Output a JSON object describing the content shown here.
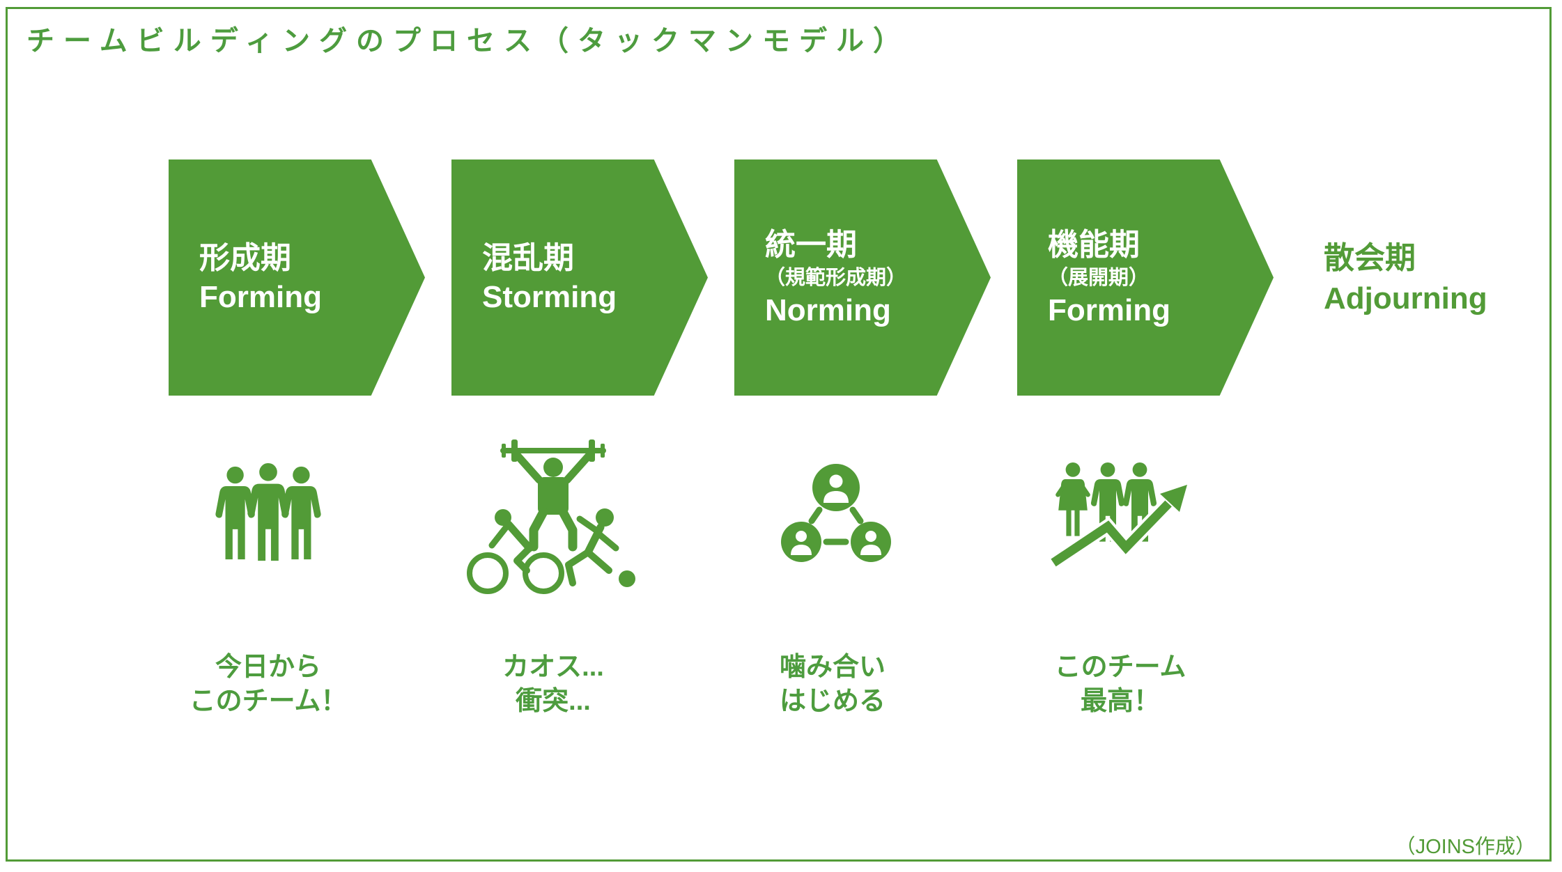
{
  "title": "チームビルディングのプロセス（タックマンモデル）",
  "colors": {
    "green": "#529B37",
    "text_green": "#4D9C3E",
    "white": "#FFFFFF"
  },
  "stages": [
    {
      "name_jp": "形成期",
      "name_sub": "",
      "name_en": "Forming",
      "icon": "three-people-standing",
      "caption": {
        "line1": "今日から",
        "line2": "このチーム！"
      }
    },
    {
      "name_jp": "混乱期",
      "name_sub": "",
      "name_en": "Storming",
      "icon": "sports-chaos",
      "caption": {
        "line1": "カオス...",
        "line2": "衝突..."
      }
    },
    {
      "name_jp": "統一期",
      "name_sub": "（規範形成期）",
      "name_en": "Norming",
      "icon": "people-network",
      "caption": {
        "line1": "噛み合い",
        "line2": "はじめる"
      }
    },
    {
      "name_jp": "機能期",
      "name_sub": "（展開期）",
      "name_en": "Forming",
      "icon": "team-growth-arrow",
      "caption": {
        "line1": "このチーム",
        "line2": "最高！"
      }
    }
  ],
  "final_stage": {
    "name_jp": "散会期",
    "name_en": "Adjourning"
  },
  "credit": "（JOINS作成）"
}
